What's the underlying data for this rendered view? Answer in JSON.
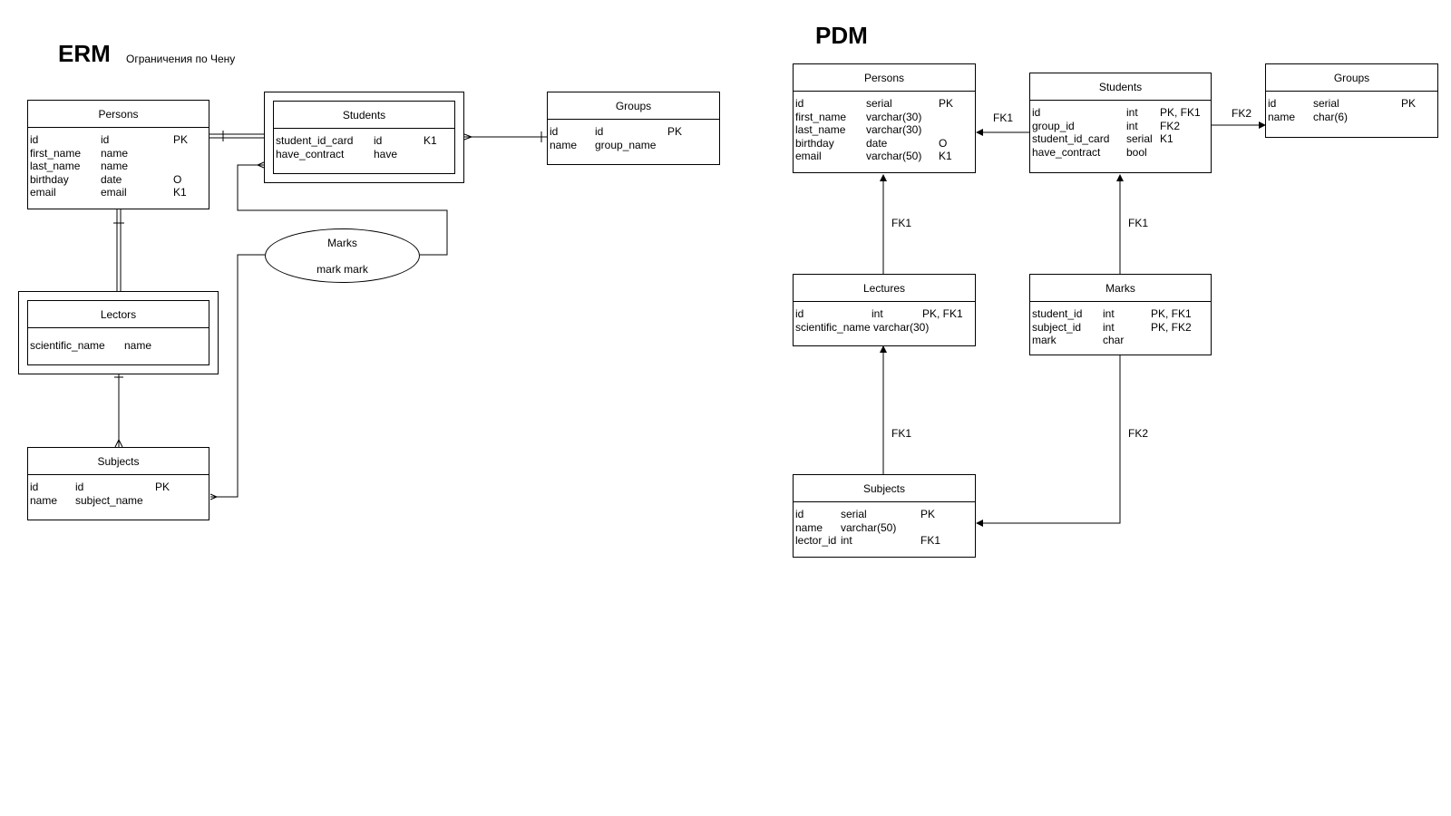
{
  "erm": {
    "title": "ERM",
    "subtitle": "Ограничения по Чену",
    "persons": {
      "name": "Persons",
      "rows": [
        [
          "id",
          "id",
          "PK"
        ],
        [
          "first_name",
          "name",
          ""
        ],
        [
          "last_name",
          "name",
          ""
        ],
        [
          "birthday",
          "date",
          "O"
        ],
        [
          "email",
          "email",
          "K1"
        ]
      ]
    },
    "students": {
      "name": "Students",
      "rows": [
        [
          "student_id_card",
          "id",
          "K1"
        ],
        [
          "have_contract",
          "have",
          ""
        ]
      ]
    },
    "groups": {
      "name": "Groups",
      "rows": [
        [
          "id",
          "id",
          "PK"
        ],
        [
          "name",
          "group_name",
          ""
        ]
      ]
    },
    "lectors": {
      "name": "Lectors",
      "rows": [
        [
          "scientific_name",
          "name",
          ""
        ]
      ]
    },
    "subjects": {
      "name": "Subjects",
      "rows": [
        [
          "id",
          "id",
          "PK"
        ],
        [
          "name",
          "subject_name",
          ""
        ]
      ]
    },
    "marks": {
      "name": "Marks",
      "attr": "mark mark"
    }
  },
  "pdm": {
    "title": "PDM",
    "persons": {
      "name": "Persons",
      "rows": [
        [
          "id",
          "serial",
          "PK"
        ],
        [
          "first_name",
          "varchar(30)",
          ""
        ],
        [
          "last_name",
          "varchar(30)",
          ""
        ],
        [
          "birthday",
          "date",
          "O"
        ],
        [
          "email",
          "varchar(50)",
          "K1"
        ]
      ]
    },
    "students": {
      "name": "Students",
      "rows": [
        [
          "id",
          "int",
          "PK, FK1"
        ],
        [
          "group_id",
          "int",
          "FK2"
        ],
        [
          "student_id_card",
          "serial",
          "K1"
        ],
        [
          "have_contract",
          "bool",
          ""
        ]
      ]
    },
    "groups": {
      "name": "Groups",
      "rows": [
        [
          "id",
          "serial",
          "PK"
        ],
        [
          "name",
          "char(6)",
          ""
        ]
      ]
    },
    "lectures": {
      "name": "Lectures",
      "rows": [
        [
          "id",
          "int",
          "PK, FK1"
        ],
        [
          "scientific_name",
          "varchar(30)",
          ""
        ]
      ]
    },
    "marks": {
      "name": "Marks",
      "rows": [
        [
          "student_id",
          "int",
          "PK, FK1"
        ],
        [
          "subject_id",
          "int",
          "PK, FK2"
        ],
        [
          "mark",
          "char",
          ""
        ]
      ]
    },
    "subjects": {
      "name": "Subjects",
      "rows": [
        [
          "id",
          "serial",
          "PK"
        ],
        [
          "name",
          "varchar(50)",
          ""
        ],
        [
          "lector_id",
          "int",
          "FK1"
        ]
      ]
    },
    "relations": {
      "students_persons": "FK1",
      "students_groups": "FK2",
      "lectures_persons": "FK1",
      "marks_students": "FK1",
      "subjects_lectures": "FK1",
      "marks_subjects": "FK2"
    }
  }
}
